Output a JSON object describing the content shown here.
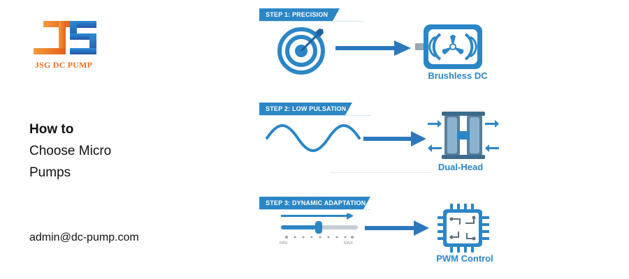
{
  "brand": {
    "name": "JSG DC PUMP",
    "colors": {
      "orange": "#e8701f",
      "blue": "#2f6fb6",
      "accent": "#2b86c5"
    }
  },
  "headline": {
    "line1": "How to",
    "line2": "Choose Micro",
    "line3": "Pumps"
  },
  "contact": {
    "email": "admin@dc-pump.com"
  },
  "steps": [
    {
      "tag": "STEP 1: PRECISION",
      "caption": "Brushless DC",
      "icon": "target-icon",
      "result_icon": "brushless-motor-icon"
    },
    {
      "tag": "STEP 2: LOW PULSATION",
      "caption": "Dual-Head",
      "icon": "sine-wave-icon",
      "result_icon": "dual-head-pump-icon"
    },
    {
      "tag": "STEP 3: DYNAMIC ADAPTATION",
      "caption": "PWM Control",
      "icon": "slider-icon",
      "result_icon": "microchip-icon"
    }
  ],
  "slider": {
    "min_label": "MIN",
    "max_label": "MAX"
  }
}
